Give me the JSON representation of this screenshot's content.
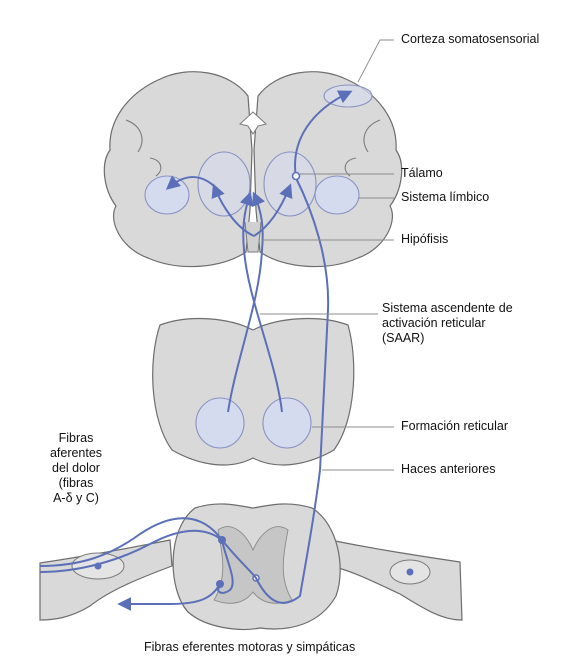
{
  "labels": {
    "cortex": "Corteza somatosensorial",
    "thalamus": "Tálamo",
    "limbic": "Sistema límbico",
    "pituitary": "Hipófisis",
    "saar_line1": "Sistema ascendente de",
    "saar_line2": "activación reticular",
    "saar_line3": "(SAAR)",
    "reticular": "Formación reticular",
    "anterior_tracts": "Haces anteriores",
    "afferent_line1": "Fibras",
    "afferent_line2": "aferentes",
    "afferent_line3": "del dolor",
    "afferent_line4": "(fibras",
    "afferent_line5": "A-δ y C)",
    "efferent": "Fibras eferentes motoras y simpáticas"
  },
  "colors": {
    "tissue": "#d9d9d9",
    "pathway": "#5b70b8",
    "nucleus": "#d5dbee"
  }
}
